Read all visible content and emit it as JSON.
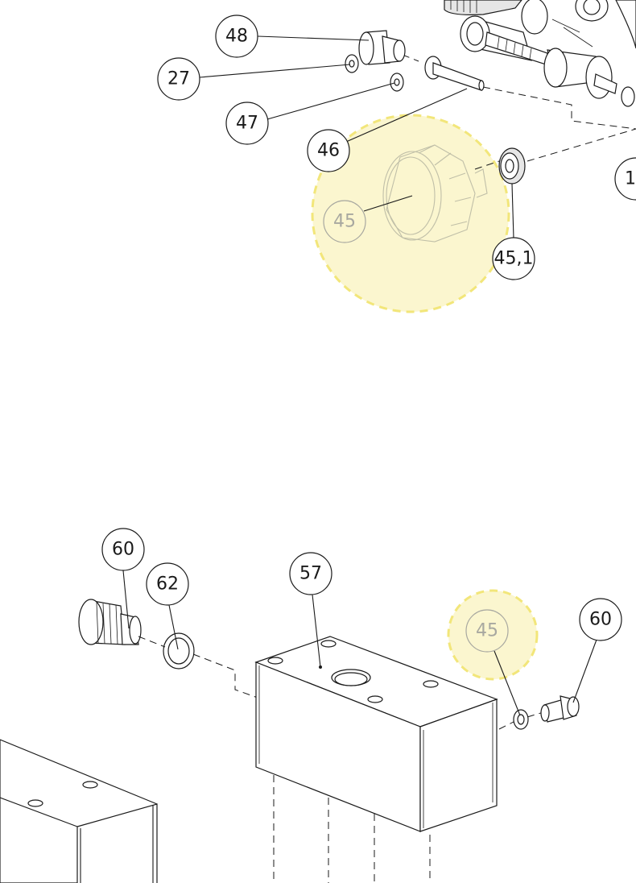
{
  "balloons": {
    "b48": "48",
    "b27": "27",
    "b47": "47",
    "b46": "46",
    "b45_top": "45",
    "b45_1": "45,1",
    "b1": "1",
    "b60_left": "60",
    "b62": "62",
    "b57": "57",
    "b45_bottom": "45",
    "b60_right": "60"
  },
  "highlight": {
    "color": "#fbf6cf",
    "border_color": "#f2e67a",
    "label_color": "#a8a8a0"
  }
}
